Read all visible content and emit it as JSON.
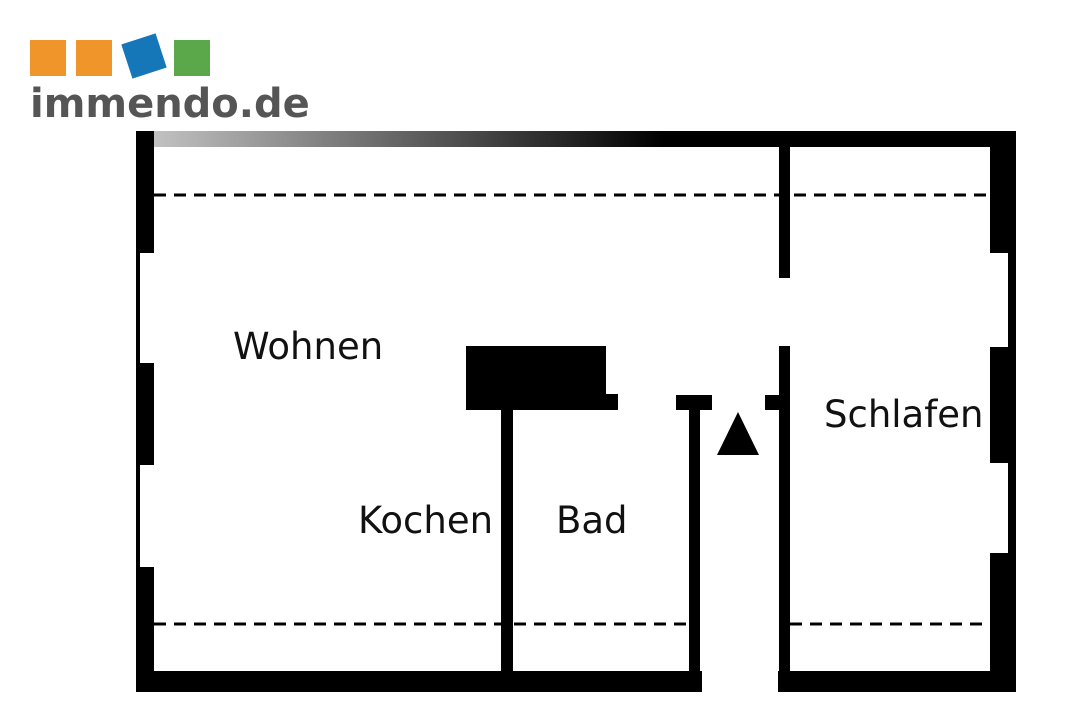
{
  "logo": {
    "text": "immendo.de",
    "colors": {
      "orange": "#f0952a",
      "blue": "#1677b8",
      "green": "#5aa84a",
      "text_gray": "#555555"
    }
  },
  "rooms": {
    "wohnen": "Wohnen",
    "kochen": "Kochen",
    "bad": "Bad",
    "schlafen": "Schlafen"
  },
  "symbols": {
    "stairs_arrow": "triangle-up",
    "sloped_ceiling_lines": "dashed"
  },
  "colors": {
    "wall": "#000000",
    "background": "#ffffff"
  }
}
